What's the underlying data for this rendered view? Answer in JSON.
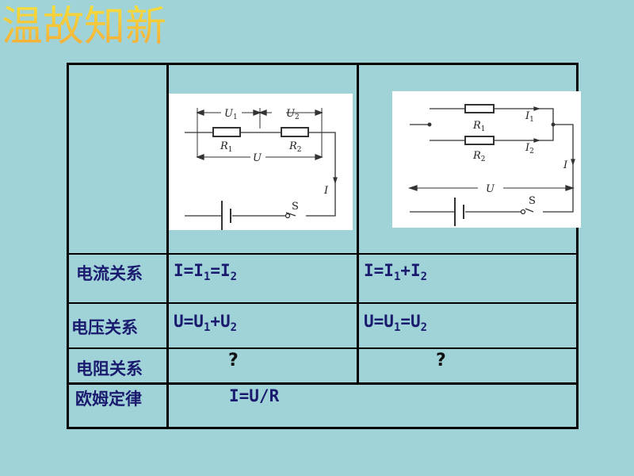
{
  "title": "温故知新",
  "rows": {
    "current": {
      "label": "电流关系",
      "series": {
        "a": "I=I",
        "s1": "1",
        "b": "=I",
        "s2": "2"
      },
      "parallel": {
        "a": "I=I",
        "s1": "1",
        "b": "+I",
        "s2": "2"
      }
    },
    "voltage": {
      "label": "电压关系",
      "series": {
        "a": "U=U",
        "s1": "1",
        "b": "+U",
        "s2": "2"
      },
      "parallel": {
        "a": "U=U",
        "s1": "1",
        "b": "=U",
        "s2": "2"
      }
    },
    "resistance": {
      "label": "电阻关系",
      "series": "?",
      "parallel": "?"
    },
    "ohm": {
      "label": "欧姆定律",
      "formula": "I=U/R"
    }
  },
  "series_circuit": {
    "U": "U",
    "U1": "U",
    "R": "R",
    "I": "I",
    "S": "S",
    "sub1": "1",
    "sub2": "2"
  },
  "parallel_circuit": {
    "U": "U",
    "R": "R",
    "I": "I",
    "S": "S",
    "sub1": "1",
    "sub2": "2"
  },
  "colors": {
    "background": "#9fd3d8",
    "text": "#1a1a6e"
  }
}
